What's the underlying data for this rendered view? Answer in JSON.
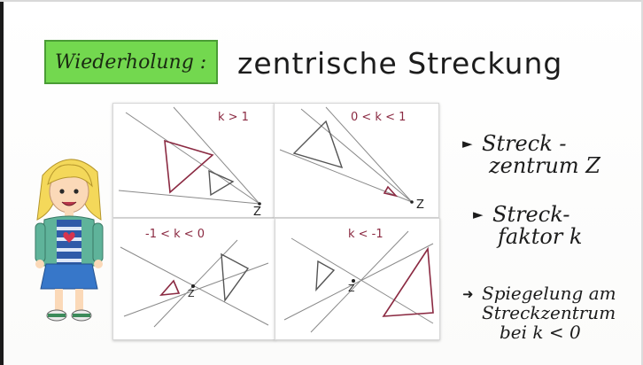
{
  "header": {
    "recap_label": "Wiederholung :",
    "title": "zentrische Streckung"
  },
  "panels": [
    {
      "condition": "k > 1",
      "center_label": "Z"
    },
    {
      "condition": "0 < k < 1",
      "center_label": "Z"
    },
    {
      "condition": "-1 < k < 0",
      "center_label": "Z"
    },
    {
      "condition": "k < -1",
      "center_label": "Z"
    }
  ],
  "bullets": [
    {
      "line1": "Streck -",
      "line2": "zentrum Z",
      "arrow": "►"
    },
    {
      "line1": "Streck-",
      "line2": "faktor k",
      "arrow": "►"
    },
    {
      "line1": "Spiegelung am",
      "line2": "Streckzentrum",
      "line3": "bei k < 0",
      "arrow": "➜"
    }
  ],
  "colors": {
    "recap_bg": "#73d84f",
    "figure": "#8b2a42",
    "construction": "#8a8a8a"
  }
}
